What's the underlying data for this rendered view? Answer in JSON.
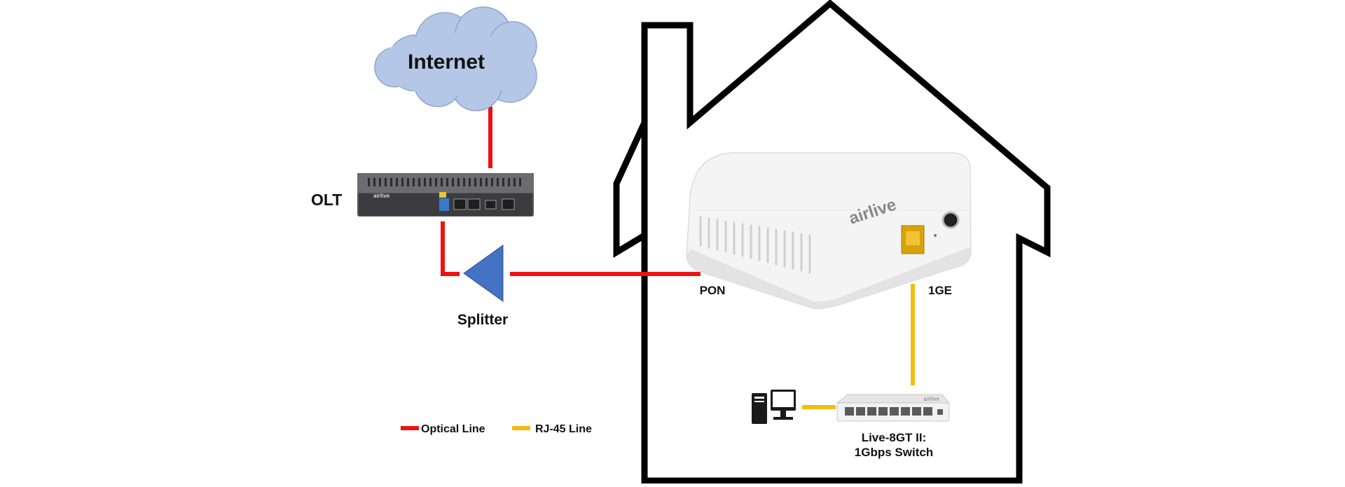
{
  "colors": {
    "optical": "#ee1111",
    "rj45": "#f5bb0f",
    "cloud": "#b4c7e7",
    "splitter": "#4472c4",
    "house": "#000000",
    "device_white": "#f4f4f4",
    "olt_body": "#5a5a5f"
  },
  "labels": {
    "internet": "Internet",
    "olt": "OLT",
    "splitter": "Splitter",
    "pon": "PON",
    "ge": "1GE",
    "switch_line1": "Live-8GT II:",
    "switch_line2": "1Gbps Switch",
    "legend_optical": "Optical Line",
    "legend_rj45": "RJ-45 Line",
    "brand": "airlive"
  },
  "icons": {
    "cloud": "cloud-icon",
    "olt": "olt-device-icon",
    "splitter": "splitter-triangle-icon",
    "onu": "onu-device-icon",
    "switch": "network-switch-icon",
    "computer": "desktop-computer-icon",
    "house": "house-outline-icon"
  }
}
